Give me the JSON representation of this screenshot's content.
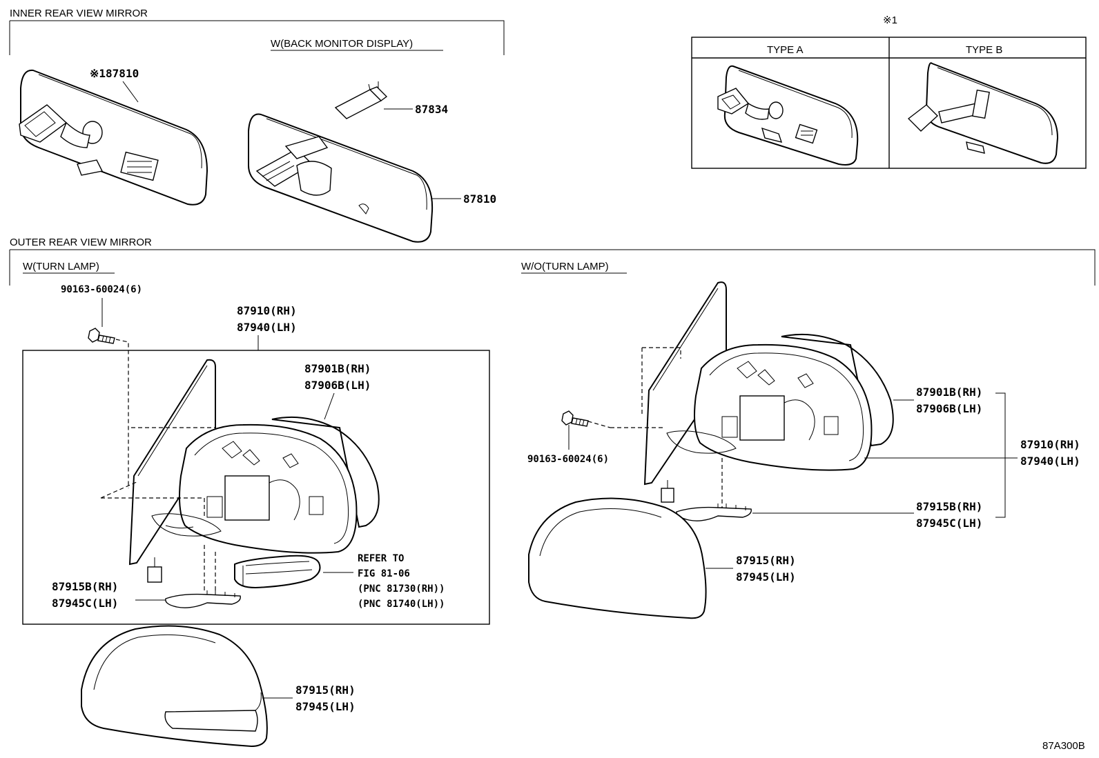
{
  "sections": {
    "inner": "INNER REAR VIEW MIRROR",
    "outer": "OUTER REAR VIEW MIRROR",
    "back_monitor": "W(BACK MONITOR DISPLAY)",
    "turn_lamp": "W(TURN LAMP)",
    "no_turn_lamp": "W/O(TURN LAMP)"
  },
  "note_box": {
    "mark": "※1",
    "type_a": "TYPE A",
    "type_b": "TYPE B"
  },
  "labels": {
    "p1": "※187810",
    "p2": "87834",
    "p3": "87810",
    "bolt_l": "90163-60024(6)",
    "assy_l_rh": "87910(RH)",
    "assy_l_lh": "87940(LH)",
    "glass_l_rh": "87901B(RH)",
    "glass_l_lh": "87906B(LH)",
    "refer1": "REFER TO",
    "refer2": "FIG 81-06",
    "refer3": "(PNC 81730(RH))",
    "refer4": "(PNC 81740(LH))",
    "pad_l_rh": "87915B(RH)",
    "pad_l_lh": "87945C(LH)",
    "cover_l_rh": "87915(RH)",
    "cover_l_lh": "87945(LH)",
    "bolt_r": "90163-60024(6)",
    "glass_r_rh": "87901B(RH)",
    "glass_r_lh": "87906B(LH)",
    "assy_r_rh": "87910(RH)",
    "assy_r_lh": "87940(LH)",
    "pad_r_rh": "87915B(RH)",
    "pad_r_lh": "87945C(LH)",
    "cover_r_rh": "87915(RH)",
    "cover_r_lh": "87945(LH)",
    "code": "87A300B"
  }
}
